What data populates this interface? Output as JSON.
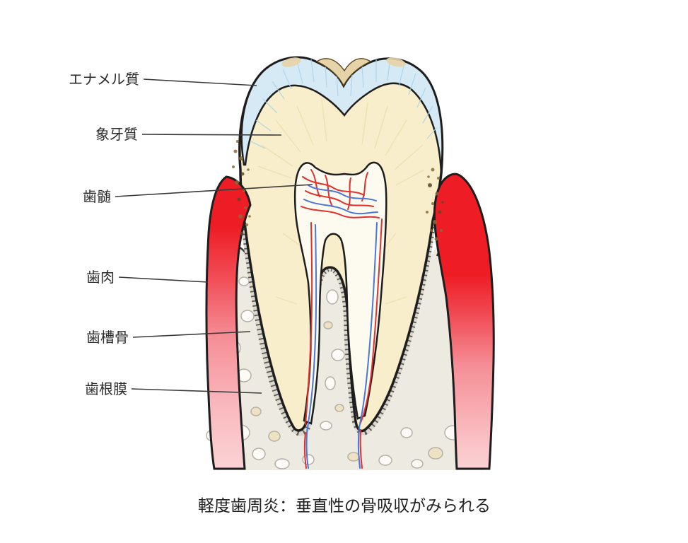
{
  "diagram": {
    "type": "dental-cross-section-periodontitis",
    "labels": [
      {
        "id": "enamel",
        "text": "エナメル質"
      },
      {
        "id": "dentin",
        "text": "象牙質"
      },
      {
        "id": "pulp",
        "text": "歯髄"
      },
      {
        "id": "gingiva",
        "text": "歯肉"
      },
      {
        "id": "alveolar-bone",
        "text": "歯槽骨"
      },
      {
        "id": "periodontal-ligament",
        "text": "歯根膜"
      }
    ],
    "caption": "軽度歯周炎：垂直性の骨吸収がみられる",
    "colors": {
      "enamel_blue": "#d6eaf5",
      "dentin_cream": "#f8eecb",
      "occlusal_tan": "#e7d3a8",
      "pulp_white": "#fdfaef",
      "vessel_red": "#e0312e",
      "vessel_blue": "#4a77d8",
      "gingiva_red": "#ee1c24",
      "gingiva_pink": "#fbd2d4",
      "bone_gray": "#edeae1",
      "ligament_gray": "#5b5b55",
      "calculus_brown": "#8a6a3a",
      "outline": "#1e1e1e",
      "background": "#ffffff"
    }
  }
}
